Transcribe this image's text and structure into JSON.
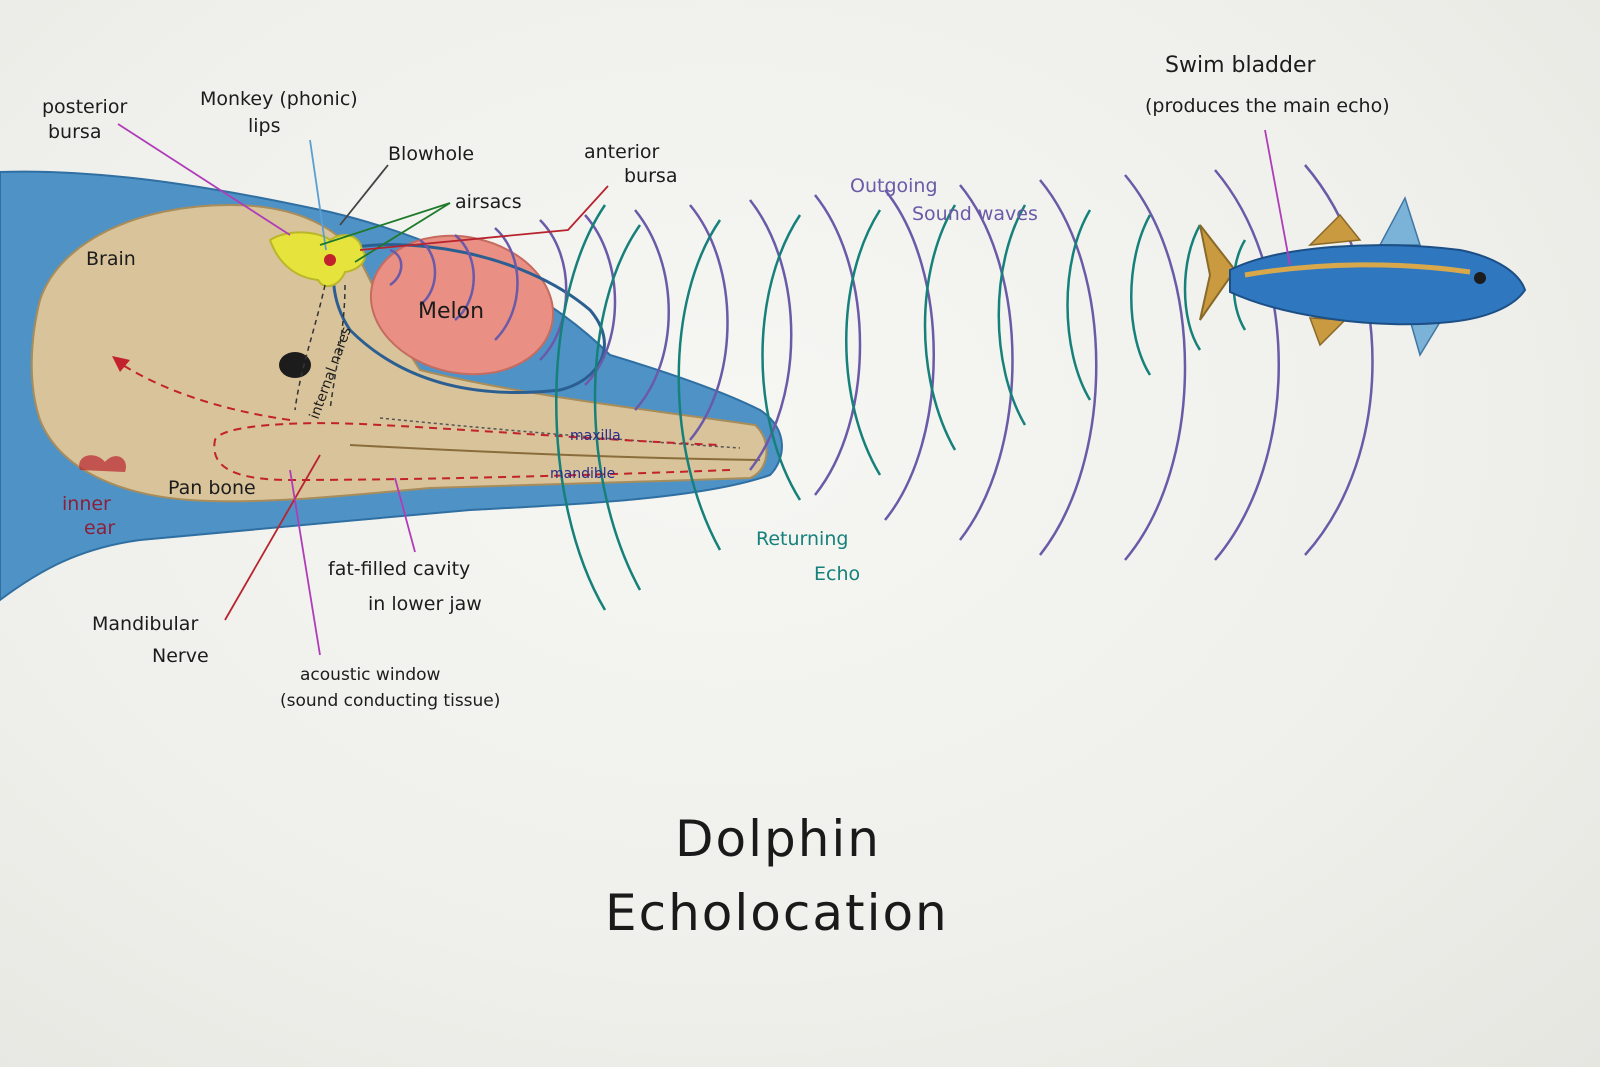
{
  "diagram": {
    "title_line1": "Dolphin",
    "title_line2": "Echolocation",
    "labels": {
      "posterior_bursa_1": "posterior",
      "posterior_bursa_2": "bursa",
      "monkey_lips_1": "Monkey (phonic)",
      "monkey_lips_2": "lips",
      "blowhole": "Blowhole",
      "airsacs": "airsacs",
      "anterior_bursa_1": "anterior",
      "anterior_bursa_2": "bursa",
      "brain": "Brain",
      "melon": "Melon",
      "internal_nares": "internal nares",
      "maxilla": "maxilla",
      "mandible": "mandible",
      "pan_bone": "Pan bone",
      "inner_ear_1": "inner",
      "inner_ear_2": "ear",
      "fat_cavity_1": "fat-filled cavity",
      "fat_cavity_2": "in lower jaw",
      "mandibular_nerve_1": "Mandibular",
      "mandibular_nerve_2": "Nerve",
      "acoustic_window_1": "acoustic window",
      "acoustic_window_2": "(sound conducting tissue)",
      "outgoing_1": "Outgoing",
      "outgoing_2": "Sound waves",
      "returning_1": "Returning",
      "returning_2": "Echo",
      "swim_bladder_1": "Swim bladder",
      "swim_bladder_2": "(produces the main echo)"
    },
    "colors": {
      "body_blue": "#4f93c6",
      "skull_tan": "#d9c39a",
      "melon_pink": "#e98f83",
      "airsac_yellow": "#e7e33d",
      "outgoing_purple": "#6a5aa8",
      "returning_teal": "#16807a",
      "nerve_red": "#b8242e",
      "fish_blue": "#2f78c0"
    }
  }
}
